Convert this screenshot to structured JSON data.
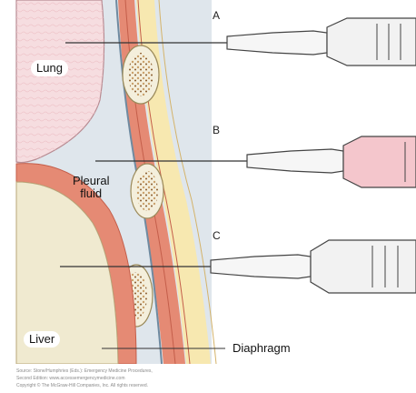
{
  "labels": {
    "lung": "Lung",
    "pleural_fluid_line1": "Pleural",
    "pleural_fluid_line2": "fluid",
    "liver": "Liver",
    "diaphragm": "Diaphragm"
  },
  "panels": [
    {
      "letter": "A"
    },
    {
      "letter": "B"
    },
    {
      "letter": "C"
    }
  ],
  "source": {
    "line1": "Source: Stone/Humphries (Eds.): Emergency Medicine Procedures,",
    "line2": "Second Edition: www.accessemergencymedicine.com",
    "line3": "Copyright © The McGraw-Hill Companies, Inc. All rights reserved."
  },
  "colors": {
    "lung_fill": "#f6dde0",
    "pleural_space": "#dfe6ec",
    "muscle": "#e58a74",
    "fat": "#f7e8b0",
    "rib": "#f4efdc",
    "liver_fill": "#f0ead0",
    "syringe_tint": "#f4c6cc"
  }
}
